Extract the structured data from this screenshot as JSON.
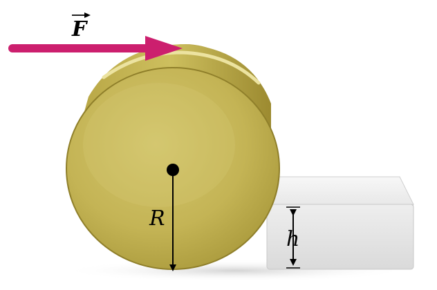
{
  "labels": {
    "force": "F",
    "radius": "R",
    "height": "h"
  },
  "colors": {
    "force_arrow": "#cc1f6e",
    "cylinder_face": "#c9bb5c",
    "cylinder_side": "#a89636",
    "cylinder_rim": "#e6dc8a",
    "block_front": "#e4e4e4",
    "block_top": "#f2f2f2",
    "block_side": "#c6c6c6",
    "dimension_lines": "#000000",
    "shadow": "#dcdcdc"
  }
}
